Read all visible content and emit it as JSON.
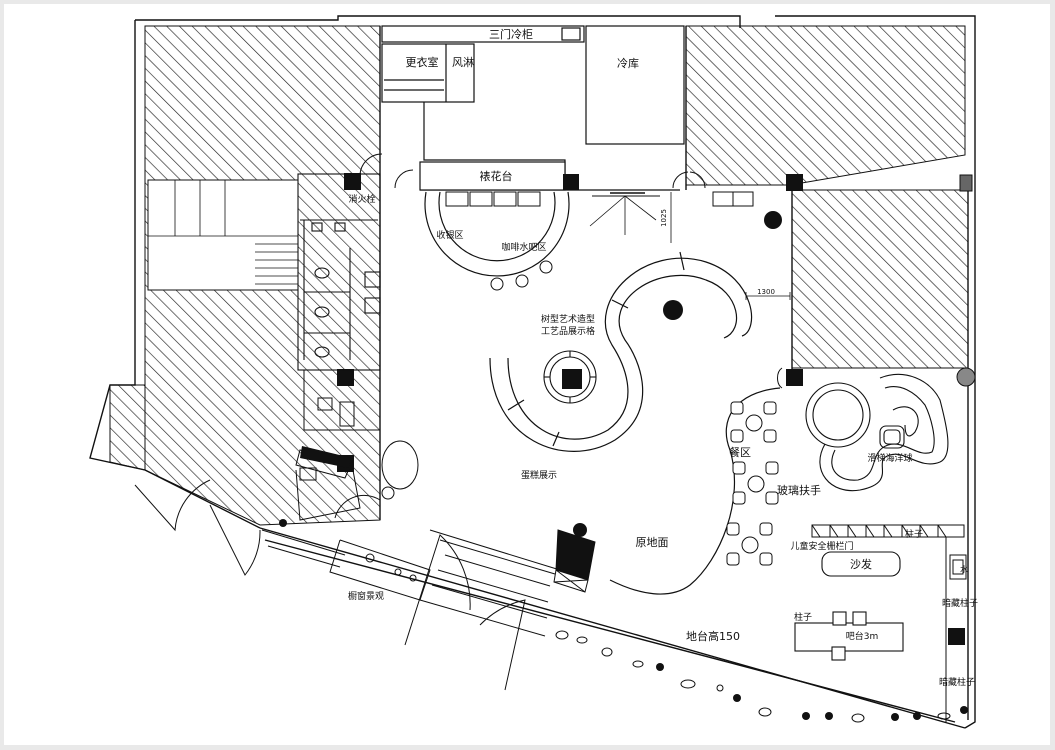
{
  "labels": {
    "three_door_cabinet": "三门冷柜",
    "changing_room": "更衣室",
    "air_shower": "风淋",
    "cold_storage": "冷库",
    "flower_counter": "裱花台",
    "fire_hydrant": "消火栓",
    "cashier_zone": "收银区",
    "coffee_bar_zone": "咖啡水吧区",
    "tree_art_line1": "树型艺术造型",
    "tree_art_line2": "工艺品展示格",
    "cake_display": "蛋糕展示",
    "dining_zone": "餐区",
    "glass_handrail": "玻璃扶手",
    "slide_ball_pool": "滑梯海洋球",
    "original_floor": "原地面",
    "child_safety_gate": "儿童安全栅栏门",
    "column_right": "柱子",
    "sofa": "沙发",
    "hidden_column_1": "暗藏柱子",
    "window_scene": "橱窗景观",
    "platform_height": "地台高150",
    "column_bar": "柱子",
    "bar_counter": "吧台3m",
    "hidden_column_2": "暗藏柱子",
    "dim_1300": "1300",
    "dim_vertical": "1025",
    "sink_label": "水"
  },
  "colors": {
    "line": "#111111",
    "hatch": "#222222",
    "paper": "#ffffff",
    "border": "#e9e9e9"
  }
}
